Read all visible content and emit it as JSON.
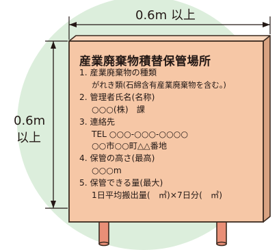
{
  "dimension_top": "0.6m 以上",
  "dimension_left": [
    "0.6m",
    "以上"
  ],
  "sign": {
    "title": "産業廃棄物積替保管場所",
    "lines": [
      {
        "text": "1. 産業廃棄物の種類",
        "indent": false
      },
      {
        "text": "がれき類(石綿含有産業廃棄物を含む。)",
        "indent": true
      },
      {
        "text": "2. 管理者氏名(名称)",
        "indent": false
      },
      {
        "text": "○○○(株)　課",
        "indent": true
      },
      {
        "text": "3. 連絡先",
        "indent": false
      },
      {
        "text": "TEL ○○○-○○○-○○○○",
        "indent": true
      },
      {
        "text": "○○市○○町△△番地",
        "indent": true
      },
      {
        "text": "4. 保管の高さ(最高)",
        "indent": false
      },
      {
        "text": "○○○m",
        "indent": true
      },
      {
        "text": "5. 保管できる量(最大)",
        "indent": false
      },
      {
        "text": "1日平均搬出量(　㎥)×7日分(　㎥)",
        "indent": true
      }
    ]
  },
  "colors": {
    "background_circle": "#dceedc",
    "board_fill": "#f6c7a6",
    "board_edge": "#3b2a20",
    "post_fill": "#e98f77",
    "text": "#231815"
  }
}
